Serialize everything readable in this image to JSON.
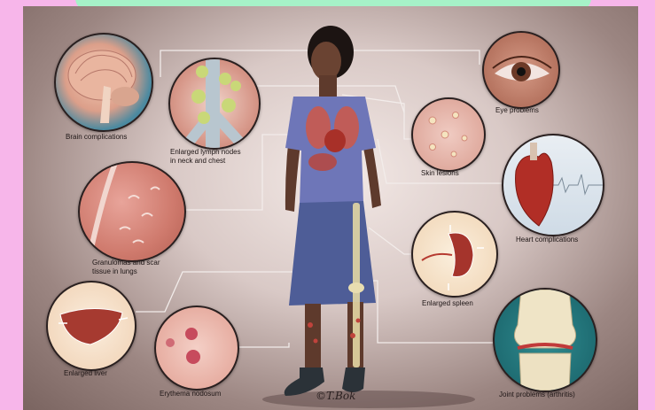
{
  "labels": {
    "brain": "Brain complications",
    "lymph": "Enlarged lymph nodes\nin neck and chest",
    "lungs": "Granulomas and scar\ntissue in lungs",
    "liver": "Enlarged liver",
    "erythema": "Erythema nodosum",
    "eye": "Eye problems",
    "skin": "Skin lesions",
    "heart": "Heart complications",
    "spleen": "Enlarged spleen",
    "joint": "Joint problems (arthritis)"
  },
  "signature": "©T.Bok"
}
